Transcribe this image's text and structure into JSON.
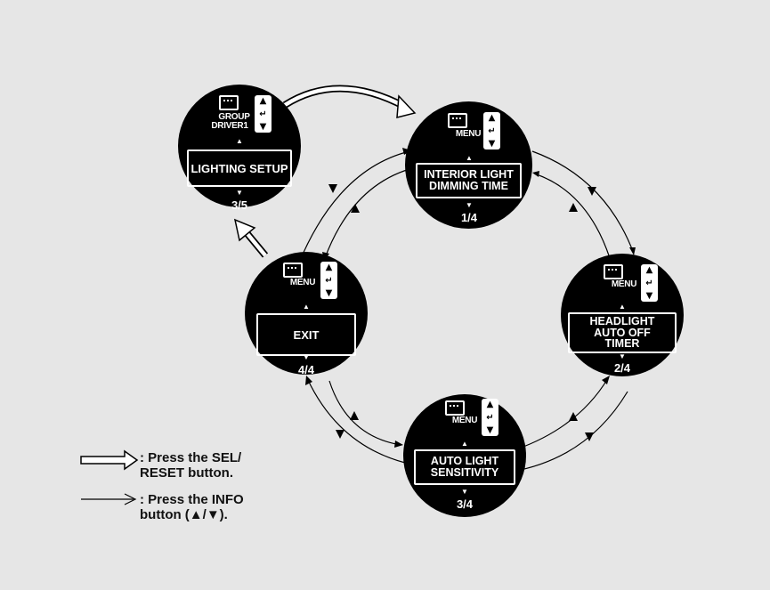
{
  "displays": {
    "group": {
      "line1": "GROUP",
      "line2": "DRIVER1",
      "menu_label": "LIGHTING SETUP",
      "page": "3/5"
    },
    "interior": {
      "menu_text": "MENU",
      "menu_label": "INTERIOR LIGHT\nDIMMING TIME",
      "page": "1/4"
    },
    "headlight": {
      "menu_text": "MENU",
      "menu_label": "HEADLIGHT\nAUTO OFF\nTIMER",
      "page": "2/4"
    },
    "autolight": {
      "menu_text": "MENU",
      "menu_label": "AUTO LIGHT\nSENSITIVITY",
      "page": "3/4"
    },
    "exit": {
      "menu_text": "MENU",
      "menu_label": "EXIT",
      "page": "4/4"
    }
  },
  "legend": {
    "sel_reset": ": Press the SEL/\n  RESET button.",
    "info": ": Press the INFO\n  button (▲/▼)."
  },
  "colors": {
    "background": "#e6e6e6",
    "display": "#000000",
    "arrow": "#000000"
  }
}
